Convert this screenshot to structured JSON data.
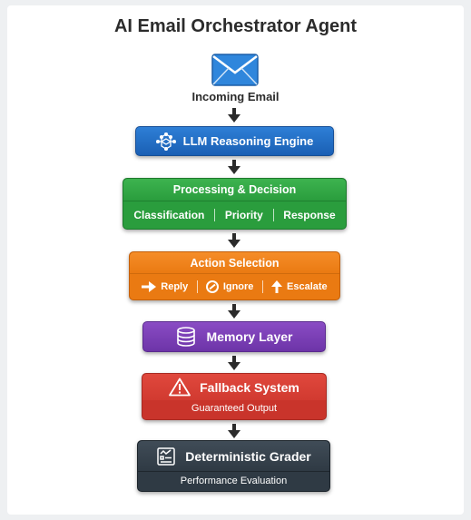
{
  "title": "AI Email Orchestrator Agent",
  "incoming": {
    "label": "Incoming Email",
    "icon": "envelope-icon"
  },
  "llm": {
    "label": "LLM Reasoning Engine",
    "icon": "brain-network-icon",
    "color": "#1a5fb4"
  },
  "processing": {
    "label": "Processing & Decision",
    "color": "#2a9d3d",
    "items": [
      "Classification",
      "Priority",
      "Response"
    ]
  },
  "action": {
    "label": "Action Selection",
    "color": "#ea7a12",
    "items": [
      {
        "label": "Reply",
        "icon": "arrow-right-icon"
      },
      {
        "label": "Ignore",
        "icon": "circle-slash-icon"
      },
      {
        "label": "Escalate",
        "icon": "arrow-up-icon"
      }
    ]
  },
  "memory": {
    "label": "Memory Layer",
    "icon": "database-icon",
    "color": "#6d34a8"
  },
  "fallback": {
    "label": "Fallback System",
    "sub": "Guaranteed Output",
    "icon": "warning-triangle-icon",
    "color": "#d13a30"
  },
  "grader": {
    "label": "Deterministic Grader",
    "sub": "Performance Evaluation",
    "icon": "chart-clipboard-icon",
    "color": "#2f3a44"
  }
}
